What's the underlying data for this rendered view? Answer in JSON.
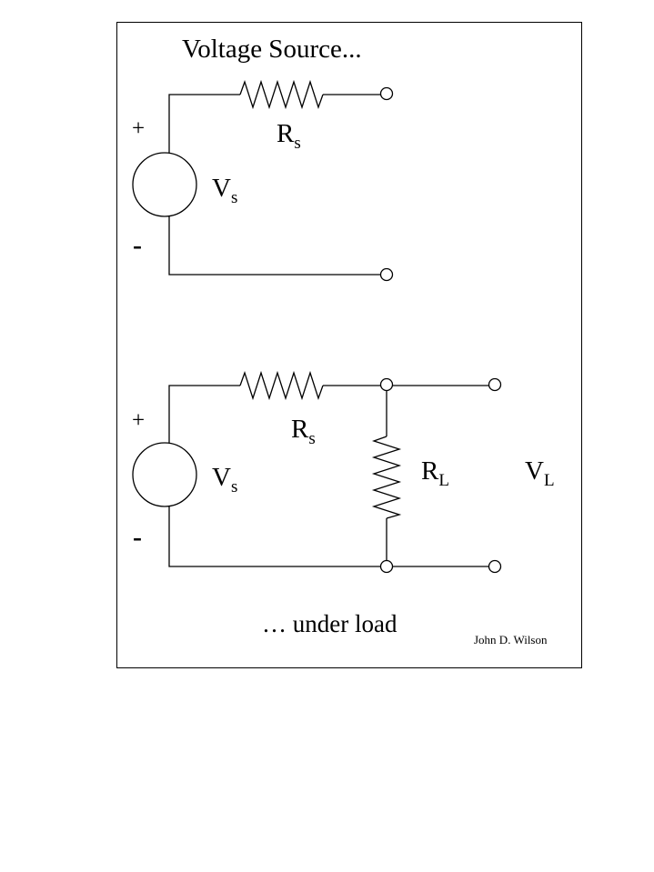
{
  "title": "Voltage Source...",
  "caption": "… under load",
  "author": "John D. Wilson",
  "top_circuit": {
    "plus": "+",
    "minus": "-",
    "source_label": {
      "main": "V",
      "sub": "s"
    },
    "resistor_label": {
      "main": "R",
      "sub": "s"
    }
  },
  "bottom_circuit": {
    "plus": "+",
    "minus": "-",
    "source_label": {
      "main": "V",
      "sub": "s"
    },
    "resistor_label": {
      "main": "R",
      "sub": "s"
    },
    "load_label": {
      "main": "R",
      "sub": "L"
    },
    "load_voltage_label": {
      "main": "V",
      "sub": "L"
    }
  }
}
